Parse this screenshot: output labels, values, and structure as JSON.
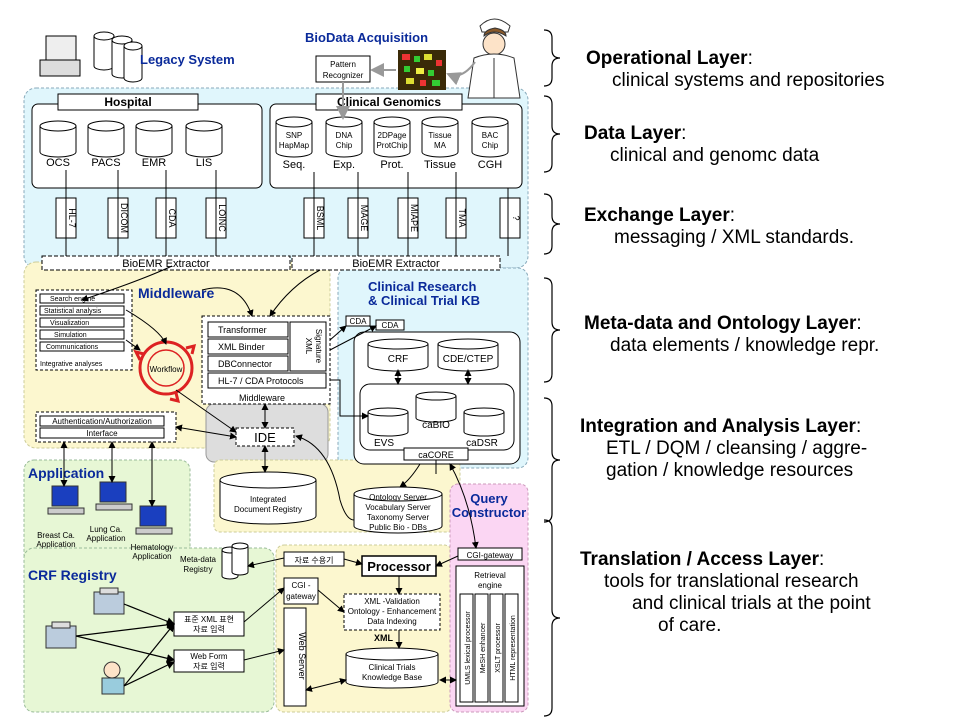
{
  "acquisition": {
    "legacy_system": "Legacy System",
    "biodata_acquisition": "BioData Acquisition",
    "pattern_recognizer_1": "Pattern",
    "pattern_recognizer_2": "Recognizer"
  },
  "hospital": {
    "title": "Hospital",
    "systems": [
      "OCS",
      "PACS",
      "EMR",
      "LIS"
    ]
  },
  "genomics": {
    "title": "Clinical  Genomics",
    "chips": [
      {
        "l1": "SNP",
        "l2": "HapMap",
        "label": "Seq."
      },
      {
        "l1": "DNA",
        "l2": "Chip",
        "label": "Exp."
      },
      {
        "l1": "2DPage",
        "l2": "ProtChip",
        "label": "Prot."
      },
      {
        "l1": "Tissue",
        "l2": "MA",
        "label": "Tissue"
      },
      {
        "l1": "BAC",
        "l2": "Chip",
        "label": "CGH"
      }
    ]
  },
  "standards": [
    "HL-7",
    "DICOM",
    "CDA",
    "LOINC",
    "BSML",
    "MAGE",
    "MIAPE",
    "TMA",
    "?"
  ],
  "extractors": [
    "BioEMR  Extractor",
    "BioEMR  Extractor"
  ],
  "middleware": {
    "title": "Middleware",
    "tools": [
      "Search engine",
      "Statistical analysis",
      "Visualization",
      "Simulation",
      "Communications",
      "Integrative analyses"
    ],
    "workflow": "Workflow",
    "components": [
      "Transformer",
      "XML Binder",
      "DBConnector",
      "HL-7 / CDA Protocols"
    ],
    "xml_signature_1": "XML",
    "xml_signature_2": "Signature",
    "caption": "Middleware",
    "auth": "Authentication/Authorization",
    "interface": "Interface",
    "ide": "IDE",
    "integrated_registry_1": "Integrated",
    "integrated_registry_2": "Document Registry"
  },
  "clinical_kb": {
    "title_1": "Clinical Research",
    "title_2": "& Clinical Trial KB",
    "cda_1": "CDA",
    "cda_2": "CDA",
    "crf": "CRF",
    "cde": "CDE/CTEP",
    "cabio": "caBIO",
    "evs": "EVS",
    "cadsr": "caDSR",
    "cacore": "caCORE"
  },
  "ontology_servers": [
    "Ontology Server",
    "Vocabulary Server",
    "Taxonomy Server",
    "Public Bio - DBs"
  ],
  "query_constructor": {
    "title_1": "Query",
    "title_2": "Constructor",
    "cgi_gateway": "CGI-gateway",
    "retrieval_engine_1": "Retrieval",
    "retrieval_engine_2": "engine",
    "modules": [
      "UMLS lexical processor",
      "MeSH enhancer",
      "XSLT processor",
      "HTML representation"
    ]
  },
  "application": {
    "title": "Application",
    "apps": [
      {
        "l1": "Breast Ca.",
        "l2": "Application"
      },
      {
        "l1": "Lung Ca.",
        "l2": "Application"
      },
      {
        "l1": "Hematology",
        "l2": "Application"
      }
    ]
  },
  "crf_registry": {
    "title": "CRF Registry",
    "meta_registry_1": "Meta-data",
    "meta_registry_2": "Registry",
    "std_xml_1": "표준 XML 표현",
    "std_xml_2": "자료 입력",
    "web_form_1": "Web Form",
    "web_form_2": "자료 입력",
    "data_receive": "자료 수용기",
    "cgi_gateway_1": "CGI -",
    "cgi_gateway_2": "gateway",
    "web_server": "Web Server",
    "processor": "Processor",
    "proc_1": "XML -Validation",
    "proc_2": "Ontology - Enhancement",
    "proc_3": "Data Indexing",
    "xml": "XML",
    "ctkb_1": "Clinical Trials",
    "ctkb_2": "Knowledge Base"
  },
  "layers": [
    {
      "title": "Operational Layer",
      "l1": "clinical systems and repositories",
      "l2": "",
      "l3": ""
    },
    {
      "title": "Data Layer",
      "l1": "clinical and genomc data",
      "l2": "",
      "l3": ""
    },
    {
      "title": "Exchange Layer",
      "l1": "messaging / XML standards.",
      "l2": "",
      "l3": ""
    },
    {
      "title": "Meta-data and Ontology Layer",
      "l1": "data elements / knowledge repr.",
      "l2": "",
      "l3": ""
    },
    {
      "title": "Integration and Analysis Layer",
      "l1": "ETL / DQM / cleansing / aggre-",
      "l2": "gation / knowledge resources",
      "l3": ""
    },
    {
      "title": "Translation / Access Layer",
      "l1": "tools for translational research",
      "l2": "and clinical trials at the point",
      "l3": "of care."
    }
  ],
  "layer_colon": ":"
}
